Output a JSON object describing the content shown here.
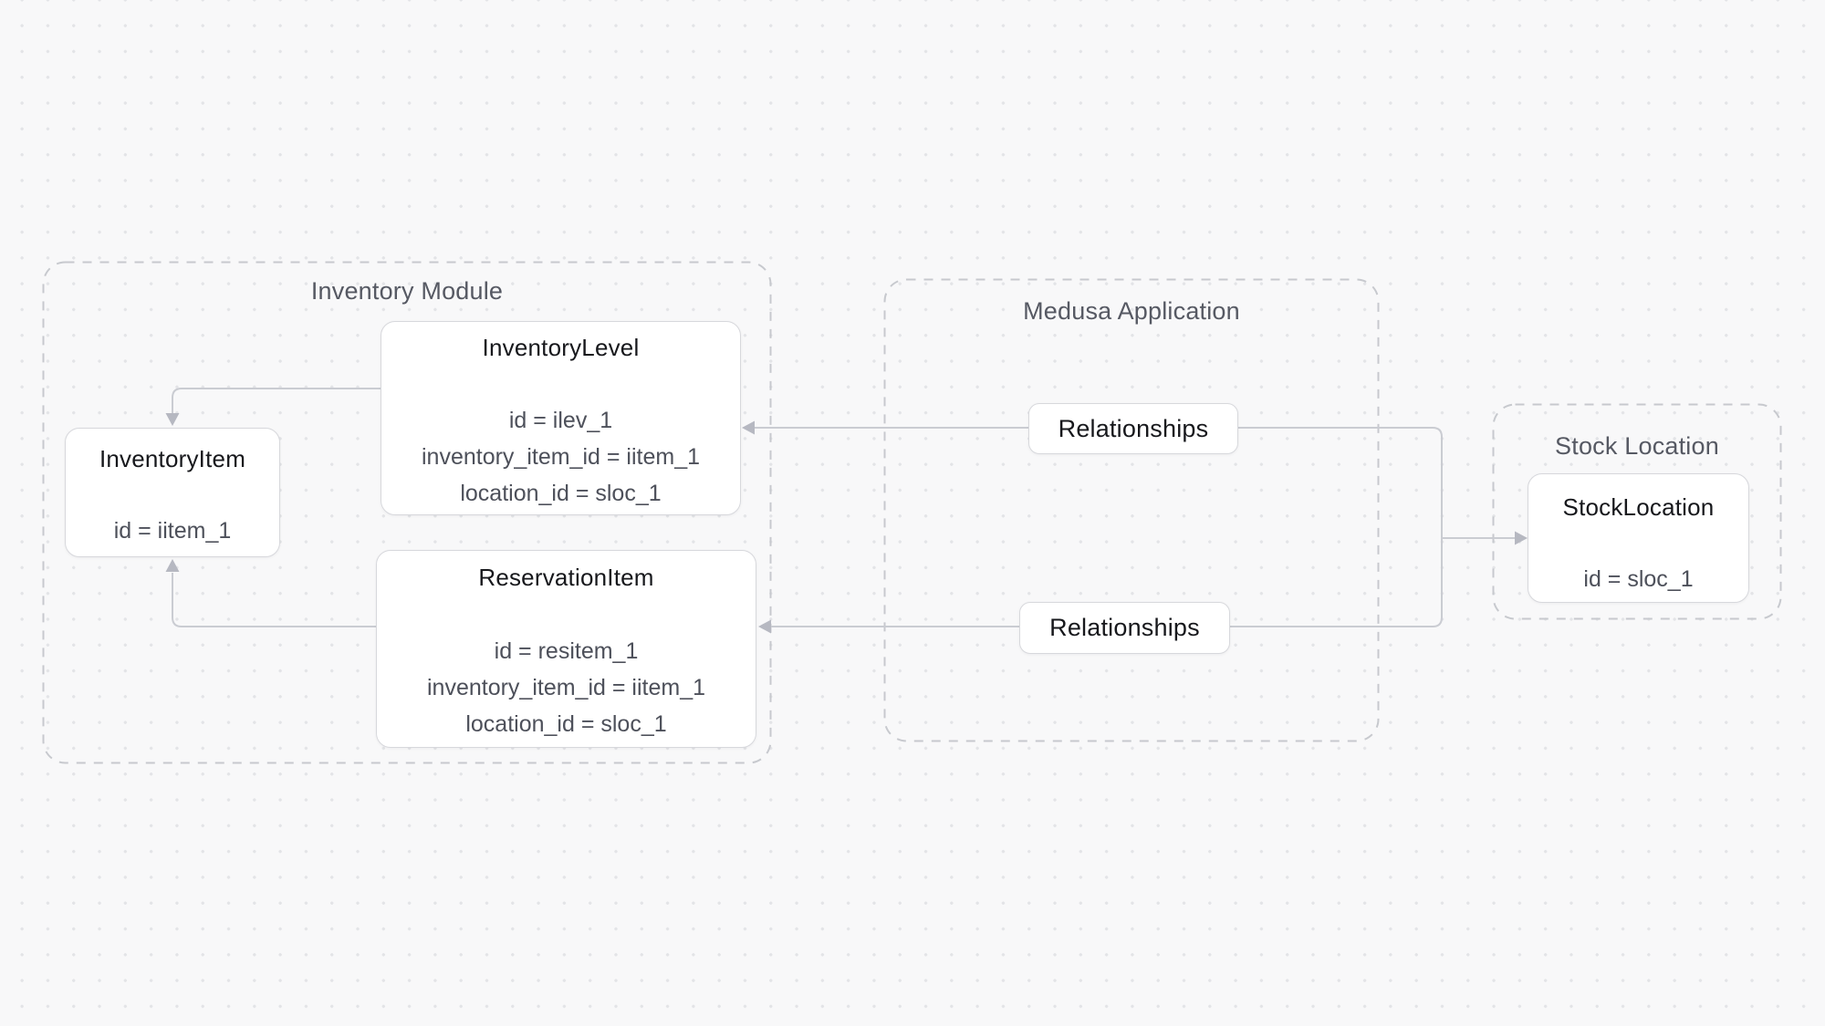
{
  "diagram": {
    "groups": {
      "inventory_module": {
        "label": "Inventory Module"
      },
      "medusa_application": {
        "label": "Medusa Application"
      },
      "stock_location": {
        "label": "Stock Location"
      }
    },
    "entities": {
      "inventory_level": {
        "title": "InventoryLevel",
        "fields": [
          "id = ilev_1",
          "inventory_item_id = iitem_1",
          "location_id = sloc_1"
        ]
      },
      "inventory_item": {
        "title": "InventoryItem",
        "fields": [
          "id = iitem_1"
        ]
      },
      "reservation_item": {
        "title": "ReservationItem",
        "fields": [
          "id = resitem_1",
          "inventory_item_id = iitem_1",
          "location_id = sloc_1"
        ]
      },
      "stock_location": {
        "title": "StockLocation",
        "fields": [
          "id = sloc_1"
        ]
      }
    },
    "edge_labels": {
      "relationships_top": "Relationships",
      "relationships_bottom": "Relationships"
    },
    "colors": {
      "background": "#f8f8f9",
      "dot": "#e3e4e7",
      "group_border": "#c7c9ce",
      "group_label": "#565963",
      "entity_border": "#d7d8dc",
      "entity_bg": "#ffffff",
      "entity_title": "#17181c",
      "entity_field": "#4d505a",
      "connector": "#caccd2",
      "arrowhead": "#b6b8c1"
    }
  }
}
